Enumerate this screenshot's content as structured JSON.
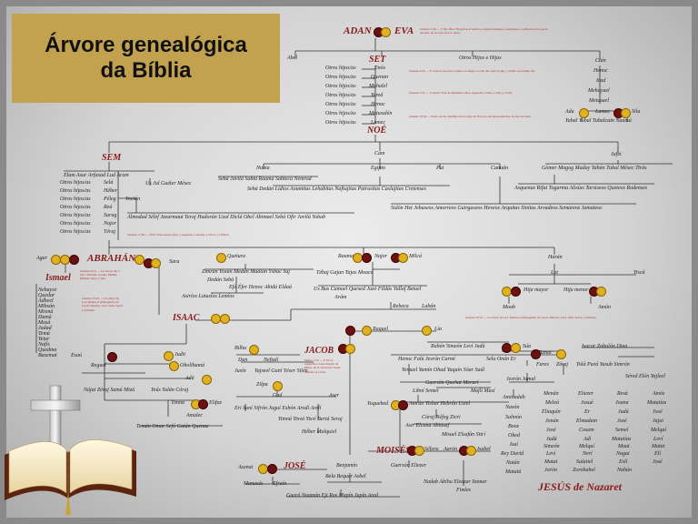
{
  "title": {
    "line1": "Árvore genealógica",
    "line2": "da Bíblia"
  },
  "big": {
    "adan": "ADAN",
    "eva": "EVA",
    "set": "SET",
    "noe": "NOÉ",
    "sem": "SEM",
    "abraham": "ABRAHÁN",
    "isaac": "ISAAC",
    "jacob": "JACOB",
    "moises": "MOISÉS",
    "jose": "JOSÉ",
    "jesus": "JESÚS de Nazaret",
    "ismael": "Ismael"
  },
  "set_line": [
    "Otros hijos/as",
    "Otros hijos/as",
    "Otros hijos/as",
    "Otros hijos/as",
    "Otros hijos/as",
    "Otros hijos/as",
    "Otros hijos/as"
  ],
  "set_names": [
    "Enós",
    "Quenan",
    "Mahalel",
    "Yered",
    "Henoc",
    "Matusalén",
    "Lamec"
  ],
  "abel": "Abel",
  "otros_hijos_e_hijas": "Otros Hijos e Hijas",
  "cain_line": [
    "Caín",
    "Henoc",
    "Irad",
    "Mehuyael",
    "Metusael"
  ],
  "lamec_group": {
    "ada": "Ada",
    "lamec": "Lamec",
    "sila": "Sila",
    "kids": "Yabal  Yubal  Tubalcain  Naamá"
  },
  "cam": "Cam",
  "jafet": "Jafet",
  "sem_kids": "Elam   Asur   Arfaxad   Lud   Aram",
  "sem_side": [
    "Otros hijos/as",
    "Otros hijos/as",
    "Otros hijos/as",
    "Otros hijos/as",
    "Otros hijos/as",
    "Otros hijos/as",
    "Otros hijos/as"
  ],
  "sem_line": [
    "Selá",
    "Héber",
    "Péleg",
    "Reú",
    "Sarug",
    "Najor",
    "Téraj"
  ],
  "yoctan": "Yoctán",
  "aram_kids": "Us  Jul  Guéter  Mésec",
  "yoctan_kids": "Almodad Sélef Jasarmaut Yeraj Hadorán Uzal Diclá Obel Abimael Sebá Ofir Javilá Yobab",
  "cam_kids": [
    "Nubia",
    "Egipto",
    "Put",
    "Canaán"
  ],
  "nubia_kids": "Sebá Javilá Sabtá Raamá Sabtecá Nemrod",
  "raama_kids": "Sebá  Dedán   Lidios Anamitas Lehabitas Naftujitas Patrusitas Caslujitas Cretenses",
  "canaan_kids": "Sidón Het Jebuseos Amorreos Guirgaseos Heveos Arquitas Sinitas Arvadeos Semareos Jamateos",
  "jafet_kids": "Gómer Magog Maday Yabán Tubal Mésec Tirás",
  "gomer_kids": "Asquenaz Rifat Togarma   Alisías Tarsiseos Queteos Rodenses",
  "abraham_group": {
    "agar": "Agar",
    "quetura": "Quetura",
    "sara": "Sara",
    "rauma": "Rauma",
    "najor": "Najor",
    "milca": "Milcá",
    "haran": "Harán",
    "lot": "Lot",
    "yiscá": "Yiscá"
  },
  "quetura_kids": "Zimrán Yoxán Medán Madián Ysbac Suj",
  "yoxan_kids": "Dedán   Sebá",
  "madian_kids": "Efá Éfer Henoc Abidá Eldaá",
  "dedan_kids": "Asiríos Latusíos Lemíos",
  "rauma_kids": "Tébaj Gajan Tajas Moacá",
  "milca_kids": "Us Bus Camuel Quesed Jazó Fildás Yidlaf Betuel",
  "aram2": "Arám",
  "rebeca": "Rebeca",
  "laban": "Labán",
  "lot_kids": {
    "hija_mayor": "Hija mayor",
    "hija_menor": "Hija menor",
    "moab": "Moab",
    "amon": "Amón"
  },
  "ismael_kids": [
    "Nebayot",
    "Quedar",
    "Adbeel",
    "Mibsán",
    "Mismá",
    "Dumá",
    "Masá",
    "Jadad",
    "Temá",
    "Yetur",
    "Nafís",
    "Quedma",
    "Basemat"
  ],
  "esau_group": {
    "esau": "Esaú",
    "judit": "Judit",
    "reguel": "Reguel",
    "oholibama": "Oholibamá",
    "ada": "Adá",
    "timna": "Timná",
    "elifaz": "Elifaz",
    "amalec": "Amalec"
  },
  "reguel_kids": "Nájat Zéraj Samá Mizá",
  "oholibama_kids": "Yeús Yalán Córaj",
  "elifaz_kids": "Temán Omar Sefó Gatán Quenaz",
  "jacob_wives": {
    "bilha": "Bilha",
    "dan": "Dan",
    "neftali": "Neftalí",
    "zilpa": "Zilpa",
    "gad": "Gad",
    "aser": "Aser",
    "lia": "Lía",
    "raquel": "Raquel"
  },
  "dan_kids": "Jusín",
  "neftali_kids": "Yajseel Guní Yéser Silén",
  "gad_kids": "Eri Suní Sifrón Jaguí Esbón Arodí Arelí",
  "aser_kids": "Yimná Yisvá Yisví Beriá Seraj",
  "beria_kids": "Héber  Malquiel",
  "lia_kids": "Rubén   Simeón   Leví   Judá",
  "ruben_kids": "Henoc Falú Jesrón Carmí",
  "simeon_kids": "Yemuel Yamín Ohad Yaquín Sóar Saúl",
  "levi_kids": "Guersón  Quehat  Merarí",
  "guerson_kids": "Libní   Semei",
  "merari_kids": "Majlí   Musí",
  "quehat_kids": "Amrán   Yishar  Hebrón   Uziel",
  "yishar_kids": "Córaj  Néfeg  Zicri",
  "uziel_kids": "Misael  Elsafán  Sitrí",
  "kohat2": "Asir  Elcana  Abiasaf",
  "yoquebed": "Yoquebed",
  "amram": "Amrán",
  "moises_group": {
    "sefora": "Séfora",
    "aaron": "Aarón",
    "isabel": "Isabel"
  },
  "moises_kids": "Guersón  Eliezer",
  "aaron_kids": "Nadab Abihu Eleazar Itamar",
  "finees": "Finées",
  "juda_group": {
    "sua": "Súa",
    "tamar": "Tamar",
    "sela": "Sela Onán Er",
    "fares": "Fares",
    "zeraj": "Zéraj"
  },
  "isacar_line": "Isacar   Zabulón   Dina",
  "isacar_kids": "Tolá Puvá Yasub Simrón",
  "zabulon_kids": "Séred Elón Yajleel",
  "fares_kids": "Jesrón   Jamul",
  "gen_col1": [
    "Aminadab",
    "Nasón",
    "Salmón",
    "Booz",
    "Obed",
    "Isaí",
    "Rey David",
    "Natán",
    "Matatá"
  ],
  "gen_col2": [
    "Menán",
    "Meleá",
    "Eliaquín",
    "Jonán",
    "José",
    "Judá",
    "Simeón",
    "Leví",
    "Matat",
    "Jorím"
  ],
  "gen_col3": [
    "Eliezer",
    "Josué",
    "Er",
    "Elmadam",
    "Cosam",
    "Adí",
    "Melquí",
    "Nerí",
    "Salatiel",
    "Zorobabel"
  ],
  "gen_col4": [
    "Resá",
    "Joana",
    "Judá",
    "José",
    "Semeí",
    "Matatías",
    "Maat",
    "Nagai",
    "Eslí",
    "Nahún"
  ],
  "gen_col5": [
    "Amós",
    "Matatías",
    "José",
    "Jajai",
    "Melquí",
    "Leví",
    "Matat",
    "Elí",
    "José"
  ],
  "jose_group": {
    "asenat": "Asenat",
    "manases": "Manasés",
    "efrain": "Efraín"
  },
  "benjamin": "Benjamín",
  "benjamin_kids": "Bela  Bequer  Asbel",
  "benjamin_kids2": "Guerá Naamán Eji Ros Mupín Jupín Ared",
  "notes": {
    "n1": "Génesis 1:26 — Y dijo Dios: Hagamos al hombre a nuestra imagen y semejanza; y señoree en los peces del mar, en las aves de los cielos.",
    "n2": "Génesis 4:25 — Y conoció de nuevo Adán a su mujer, la cual dio a luz un hijo, y llamó su nombre Set.",
    "n3": "Génesis 5:32 — Y siendo Noé de quinientos años, engendró a Sem, a Cam y a Jafet.",
    "n4": "Génesis 10:32 — Estas son las familias de los hijos de Noé por sus descendencias, en sus naciones.",
    "n5": "Génesis 11:26 — Vivió Taré setenta años, y engendró a Abram, a Nacor y a Harán.",
    "n6": "Génesis 25:2 — La cual le dio a luz a Zimram, Jocsán, Medán, Madián, Isbac y Súa.",
    "n7": "Génesis 35:23 — Los hijos de Lea: Rubén el primogénito de Jacob; Simeón, Leví, Judá, Isacar y Zabulón.",
    "n8": "Mateo 1:16 — Y Jacob engendró a José, marido de María, de la cual nació Jesús, llamado el Cristo."
  }
}
